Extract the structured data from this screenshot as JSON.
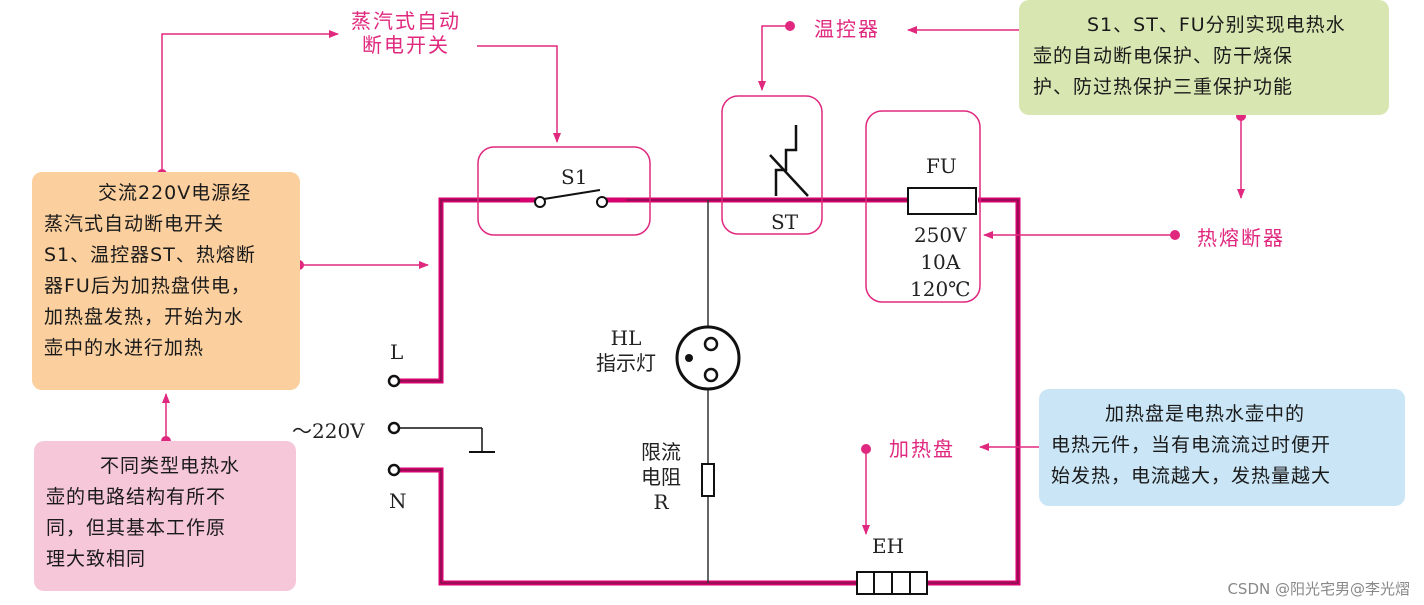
{
  "callouts": {
    "steam_switch_line1": "蒸汽式自动",
    "steam_switch_line2": "断电开关",
    "thermostat": "温控器",
    "thermal_fuse": "热熔断器",
    "heating_plate": "加热盘"
  },
  "notes": {
    "power_flow": [
      "交流220V电源经",
      "蒸汽式自动断电开关",
      "S1、温控器ST、热熔断",
      "器FU后为加热盘供电，",
      "加热盘发热，开始为水",
      "壶中的水进行加热"
    ],
    "circuit_types": [
      "不同类型电热水",
      "壶的电路结构有所不",
      "同，但其基本工作原",
      "理大致相同"
    ],
    "protection": [
      "S1、ST、FU分别实现电热水",
      "壶的自动断电保护、防干烧保",
      "护、防过热保护三重保护功能"
    ],
    "heater": [
      "加热盘是电热水壶中的",
      "电热元件，当有电流流过时便开",
      "始发热，电流越大，发热量越大"
    ]
  },
  "components": {
    "s1": "S1",
    "st": "ST",
    "fu": "FU",
    "fu_voltage": "250V",
    "fu_current": "10A",
    "fu_temp": "120℃",
    "hl_name": "HL",
    "hl_desc": "指示灯",
    "r_line1": "限流",
    "r_line2": "电阻",
    "r_name": "R",
    "eh": "EH",
    "terminal_l": "L",
    "supply": "～220V",
    "terminal_n": "N"
  },
  "colors": {
    "accent": "#e0287f",
    "wire": "#d6006e",
    "orange_note": "#fbcf9e",
    "pink_note": "#f6c6d9",
    "green_note": "#d8e7b2",
    "blue_note": "#c9e5f6"
  },
  "watermark": "CSDN @阳光宅男@李光熠"
}
